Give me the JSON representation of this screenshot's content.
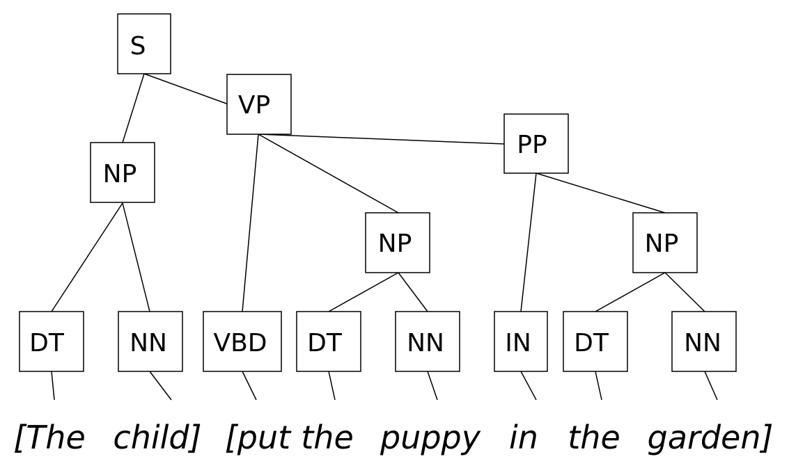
{
  "nodes": {
    "s": "S",
    "vp": "VP",
    "np_subj": "NP",
    "pp": "PP",
    "np_obj": "NP",
    "np_pp": "NP",
    "dt1": "DT",
    "nn1": "NN",
    "vbd": "VBD",
    "dt2": "DT",
    "nn2": "NN",
    "in": "IN",
    "dt3": "DT",
    "nn3": "NN"
  },
  "words": [
    "[The",
    "child]",
    "[put",
    "the",
    "puppy",
    "in",
    "the",
    "garden]"
  ]
}
